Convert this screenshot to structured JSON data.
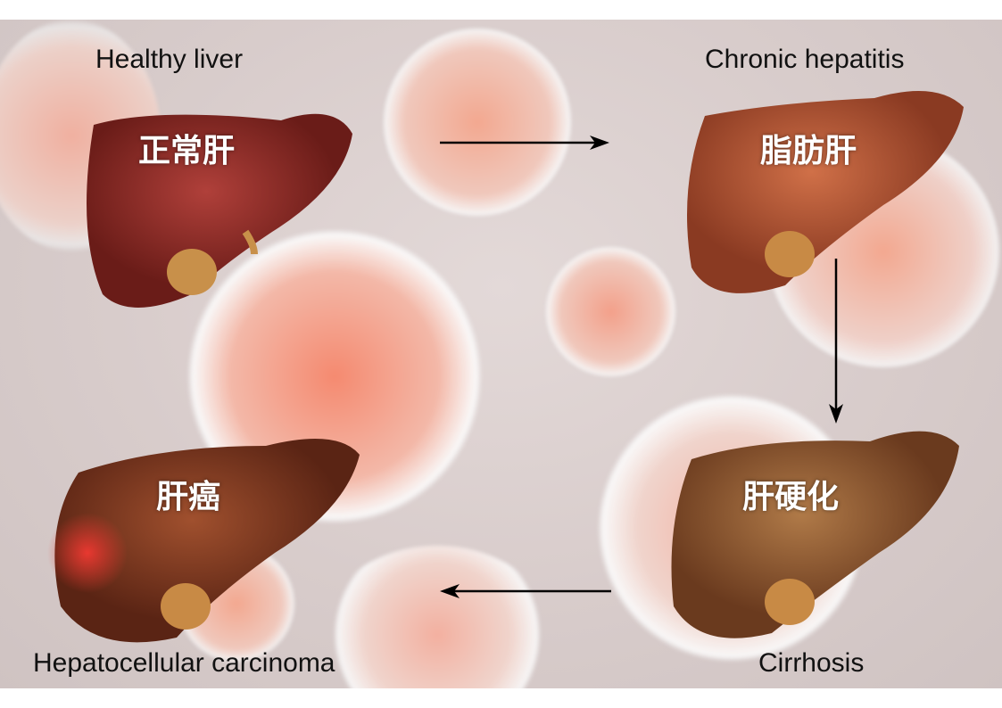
{
  "stages": {
    "healthy": {
      "en": "Healthy liver",
      "zh": "正常肝",
      "color": "#8a2a22"
    },
    "hepatitis": {
      "en": "Chronic hepatitis",
      "zh": "脂肪肝",
      "color": "#b45a3a"
    },
    "cirrhosis": {
      "en": "Cirrhosis",
      "zh": "肝硬化",
      "color": "#8a5530"
    },
    "carcinoma": {
      "en": "Hepatocellular carcinoma",
      "zh": "肝癌",
      "color": "#7a3520"
    }
  }
}
